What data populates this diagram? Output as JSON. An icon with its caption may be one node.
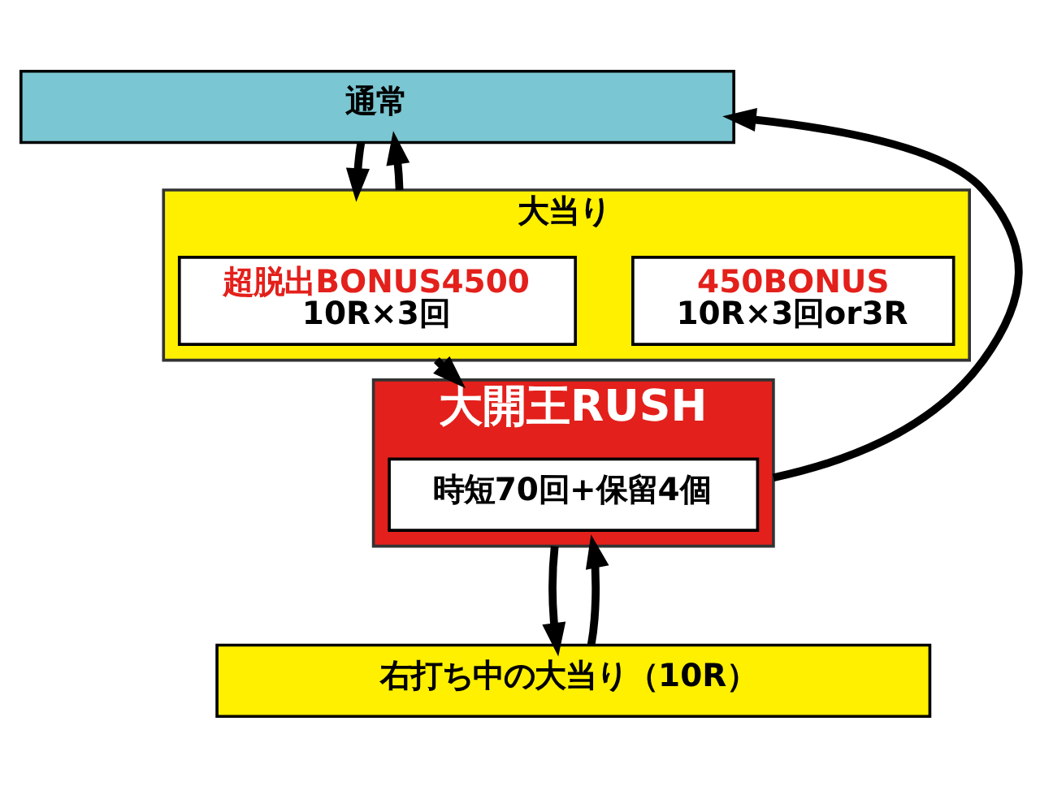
{
  "diagram": {
    "nodes": [
      {
        "text": [
          "通常"
        ]
      },
      {
        "text": [
          "大当り"
        ]
      },
      {
        "text": [
          "超脱出BONUS4500",
          "10R×3回"
        ],
        "in": 1
      },
      {
        "text": [
          "450BONUS",
          "10R×3回or3R"
        ],
        "in": 1
      },
      {
        "text": [
          "大開王RUSH"
        ]
      },
      {
        "text": [
          "時短70回+保留4個"
        ],
        "in": 4
      },
      {
        "text": [
          "右打ち中の大当り（10R）"
        ]
      }
    ],
    "edges": [
      {
        "from": 0,
        "to": 1,
        "arrow": "to"
      },
      {
        "from": 1,
        "to": 0,
        "arrow": "to"
      },
      {
        "from": 1,
        "to": 4,
        "arrow": "to"
      },
      {
        "from": 4,
        "to": 0,
        "arrow": "to"
      },
      {
        "from": 4,
        "to": 6,
        "arrow": "to"
      },
      {
        "from": 6,
        "to": 4,
        "arrow": "to"
      }
    ]
  }
}
